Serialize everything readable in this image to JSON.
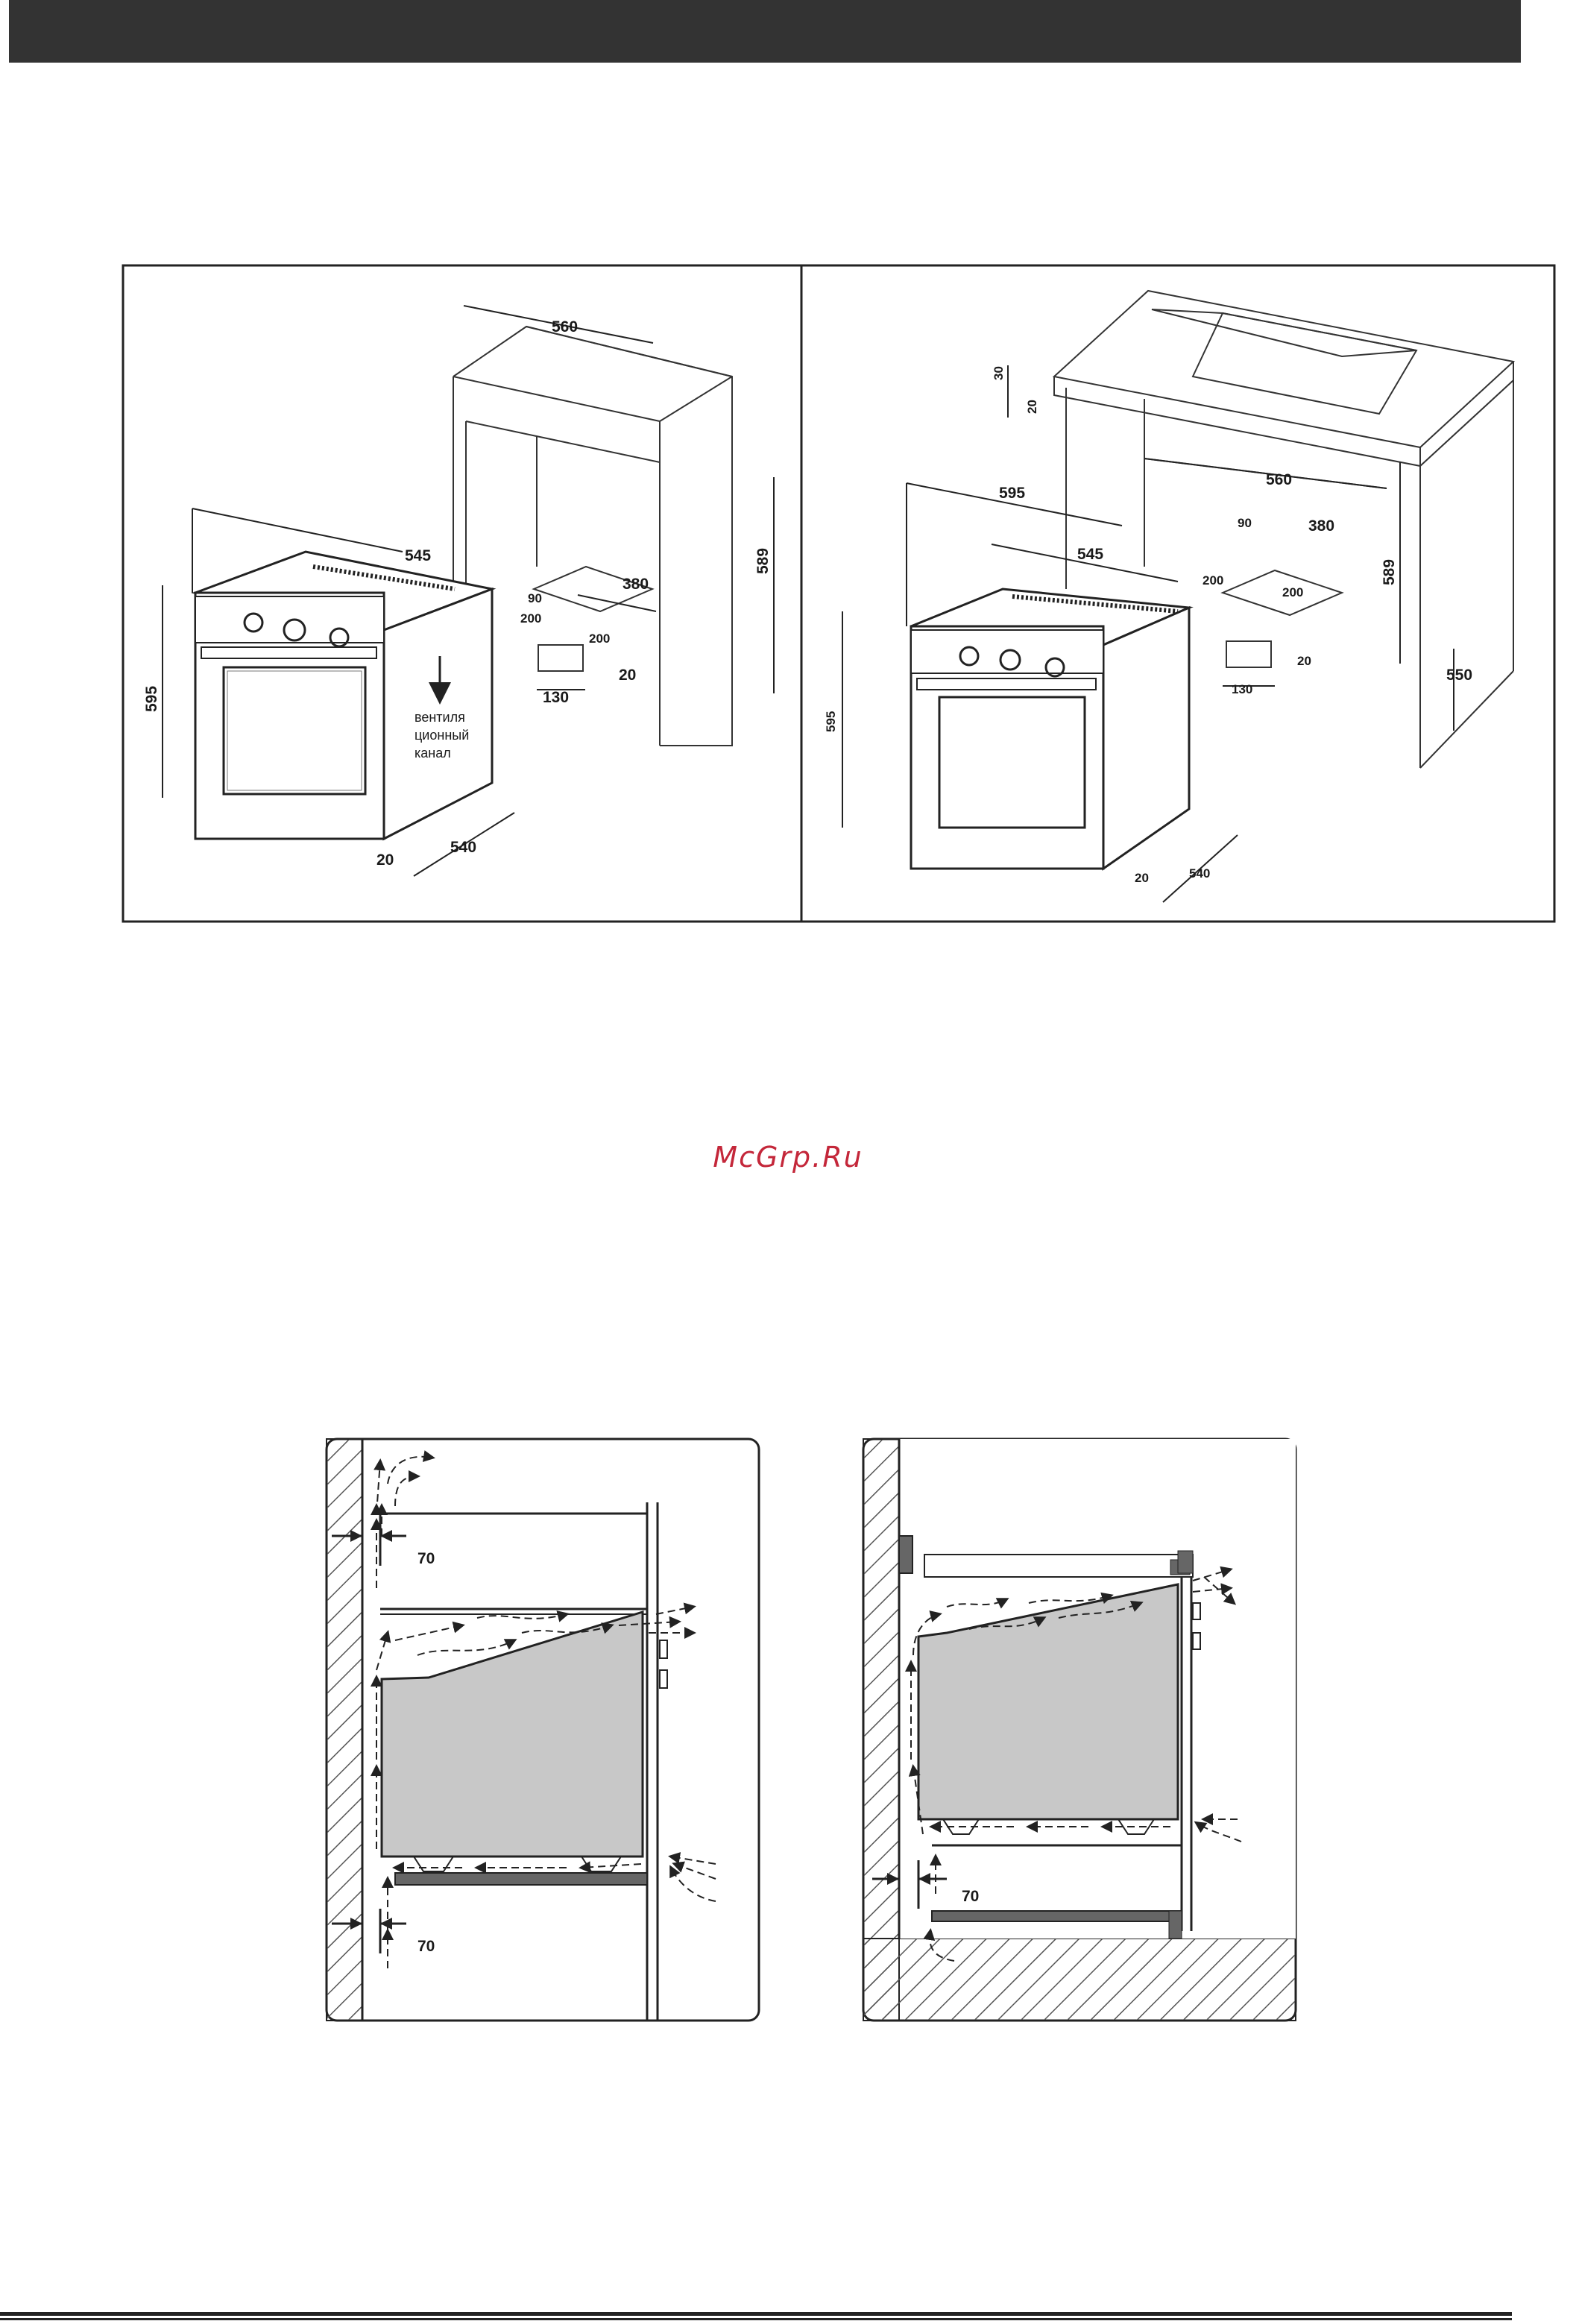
{
  "watermark": "McGrp.Ru",
  "installation_column": {
    "dims": {
      "d560": "560",
      "d545": "545",
      "d589": "589",
      "d595": "595",
      "d90": "90",
      "d380": "380",
      "d200a": "200",
      "d200b": "200",
      "d20a": "20",
      "d130": "130",
      "d540": "540",
      "d20b": "20"
    },
    "vent_label": [
      "вентиля",
      "ционный",
      "канал"
    ]
  },
  "installation_counter": {
    "dims": {
      "d30": "30",
      "d20top": "20",
      "d595w": "595",
      "d545": "545",
      "d560": "560",
      "d90": "90",
      "d380": "380",
      "d200a": "200",
      "d200b": "200",
      "d589": "589",
      "d20": "20",
      "d130": "130",
      "d550": "550",
      "d595h": "595",
      "d20b": "20",
      "d540": "540"
    }
  },
  "ventilation_column": {
    "gap_top": "70",
    "gap_bottom": "70"
  },
  "ventilation_counter": {
    "gap": "70"
  },
  "colors": {
    "oven_fill": "#c8c8c8",
    "hatch": "#555555",
    "line": "#222222",
    "accent": "#c4273a"
  }
}
